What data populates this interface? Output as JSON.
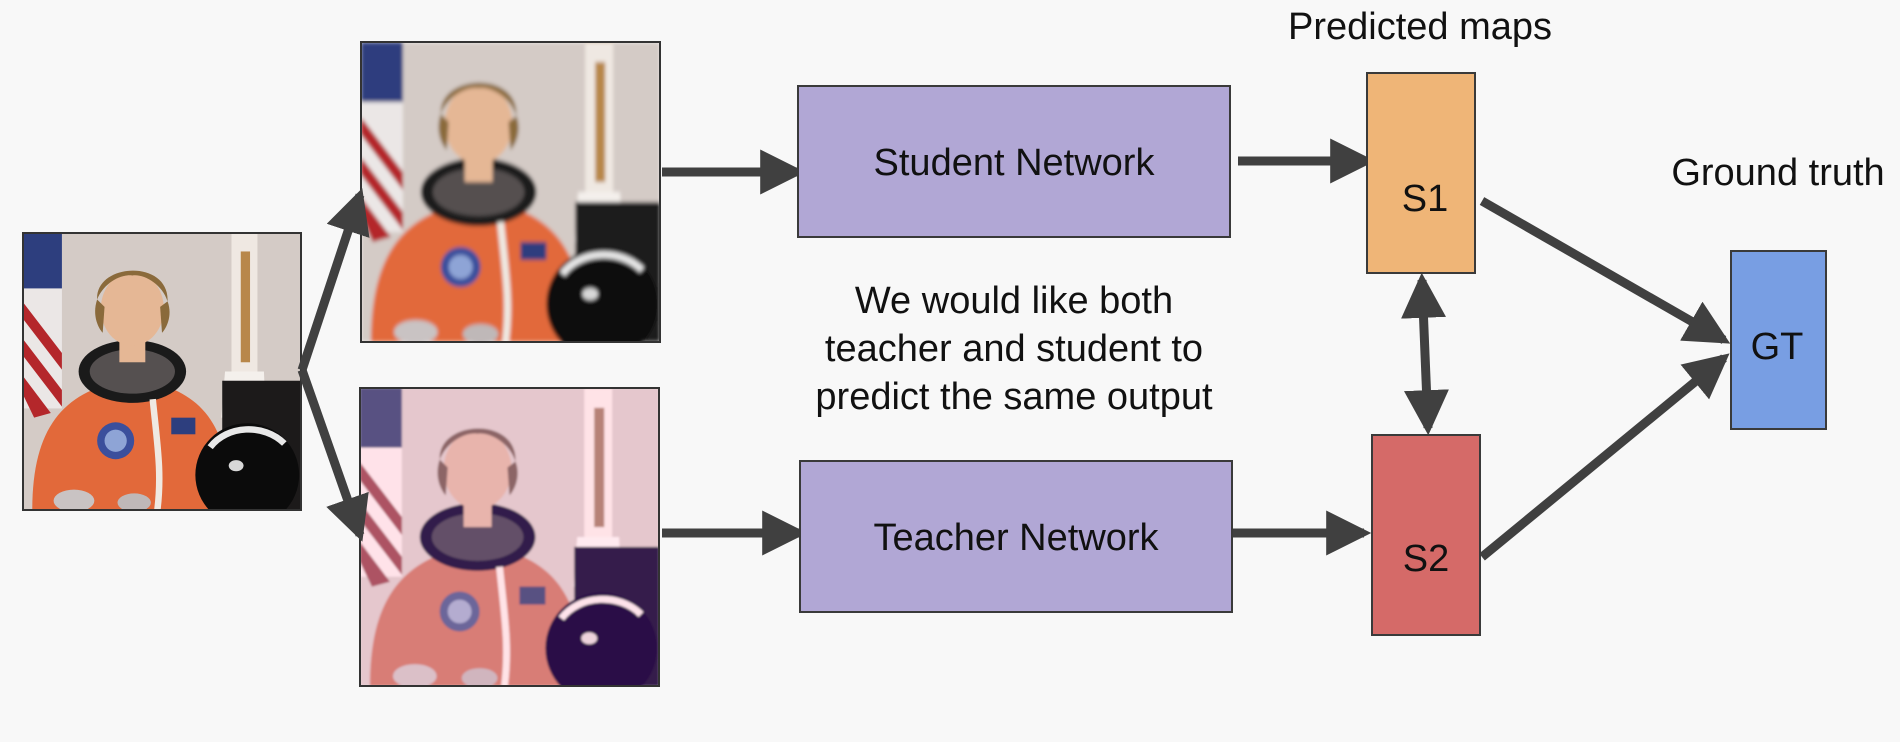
{
  "header": {
    "predicted_maps": "Predicted maps",
    "ground_truth": "Ground truth"
  },
  "networks": {
    "student": "Student Network",
    "teacher": "Teacher Network"
  },
  "note": {
    "line1": "We would like both",
    "line2": "teacher and student to",
    "line3": "predict the same output"
  },
  "maps": {
    "s1": "S1",
    "s2": "S2",
    "gt": "GT"
  },
  "colors": {
    "background": "#f8f8f8",
    "network_box": "#b1a7d5",
    "s1_box": "#efb577",
    "s2_box": "#d56a68",
    "gt_box": "#789ee3",
    "arrow": "#404040"
  },
  "icons": {
    "input_image": "astronaut-photo",
    "low_res_image": "pixelated-astronaut-photo",
    "teacher_image": "tinted-astronaut-photo"
  }
}
